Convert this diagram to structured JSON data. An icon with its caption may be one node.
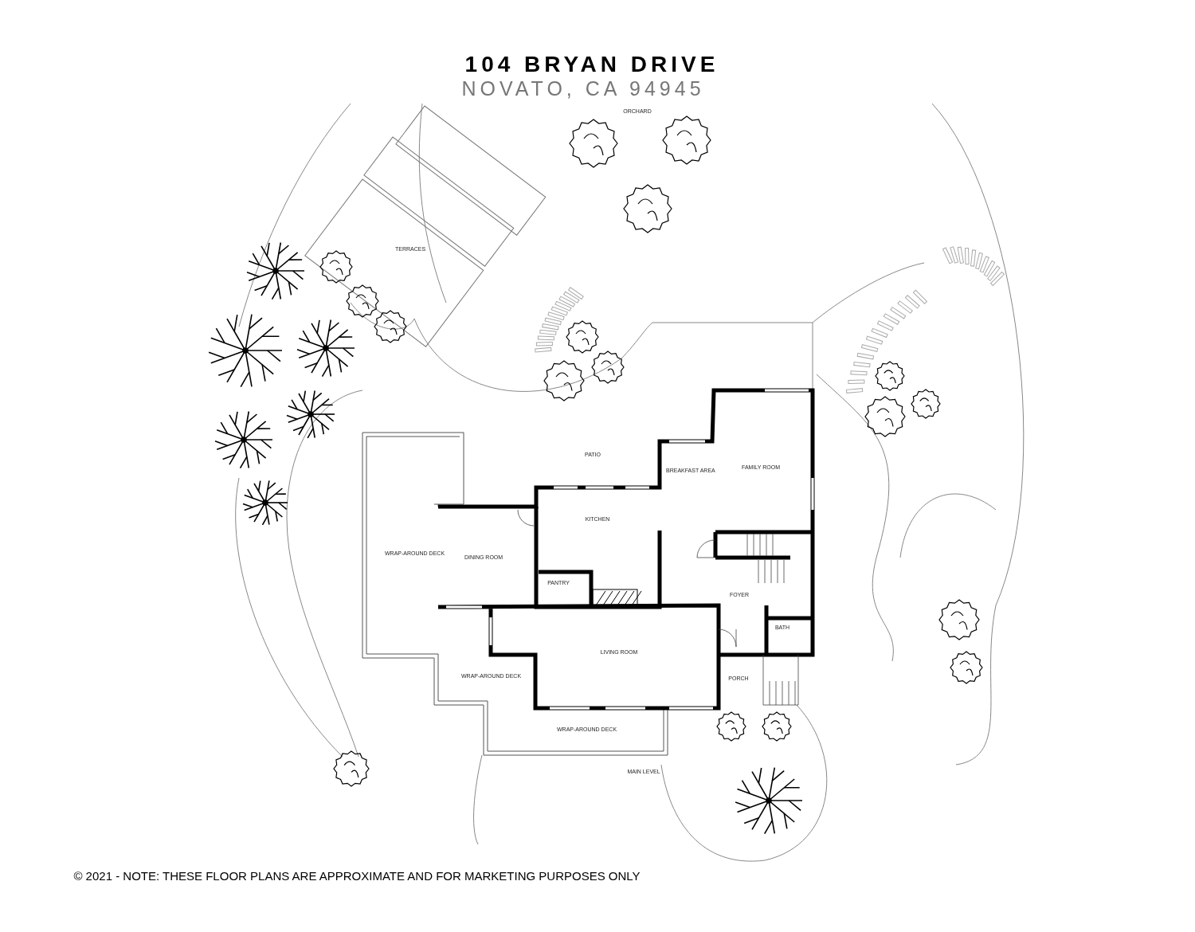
{
  "diagram": {
    "title": "104 BRYAN DRIVE",
    "caption": "© 2021 - NOTE: THESE FLOOR PLANS ARE APPROXIMATE AND FOR MARKETING PURPOSES ONLY",
    "labels": [
      "NOVATO, CA 94945",
      "ORCHARD",
      "TERRACES",
      "PATIO",
      "BREAKFAST AREA",
      "FAMILY ROOM",
      "KITCHEN",
      "WRAP-AROUND DECK",
      "DINING ROOM",
      "PANTRY",
      "FOYER",
      "BATH",
      "LIVING ROOM",
      "WRAP-AROUND DECK",
      "PORCH",
      "WRAP-AROUND DECK",
      "MAIN LEVEL"
    ]
  }
}
